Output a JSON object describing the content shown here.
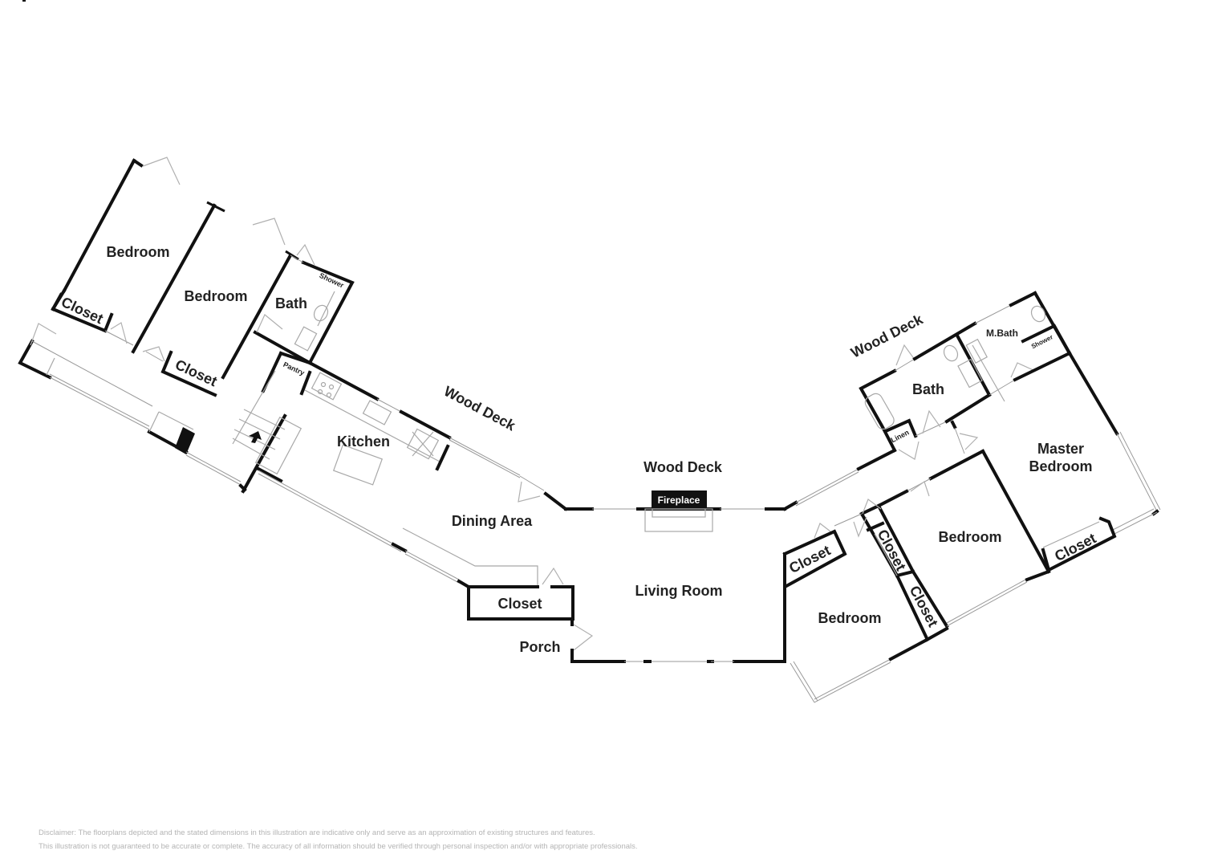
{
  "rooms": {
    "bedroom_nw1": "Bedroom",
    "bedroom_nw2": "Bedroom",
    "closet_nw1": "Closet",
    "closet_nw2": "Closet",
    "bath_w": "Bath",
    "shower_w": "Shower",
    "pantry": "Pantry",
    "kitchen": "Kitchen",
    "wood_deck_w": "Wood Deck",
    "wood_deck_c": "Wood Deck",
    "wood_deck_e": "Wood Deck",
    "fireplace": "Fireplace",
    "dining_area": "Dining Area",
    "closet_entry": "Closet",
    "porch": "Porch",
    "living_room": "Living Room",
    "bath_e": "Bath",
    "linen": "Linen",
    "m_bath": "M.Bath",
    "shower_e": "Shower",
    "master_bedroom_1": "Master",
    "master_bedroom_2": "Bedroom",
    "bedroom_e1": "Bedroom",
    "bedroom_e2": "Bedroom",
    "closet_e1": "Closet",
    "closet_e2": "Closet",
    "closet_e3": "Closet",
    "closet_master": "Closet"
  },
  "disclaimer": {
    "line1": "Disclaimer: The floorplans depicted and the stated dimensions in this illustration are indicative only and serve as an approximation of existing structures and features.",
    "line2": "This illustration is not guaranteed to be accurate or complete. The accuracy of all information should be verified through personal inspection and/or with appropriate professionals."
  },
  "colors": {
    "wall": "#111111",
    "fixture": "#a8a8a8",
    "disclaimer": "#b4b4b4",
    "fireplace_bg": "#111111"
  }
}
